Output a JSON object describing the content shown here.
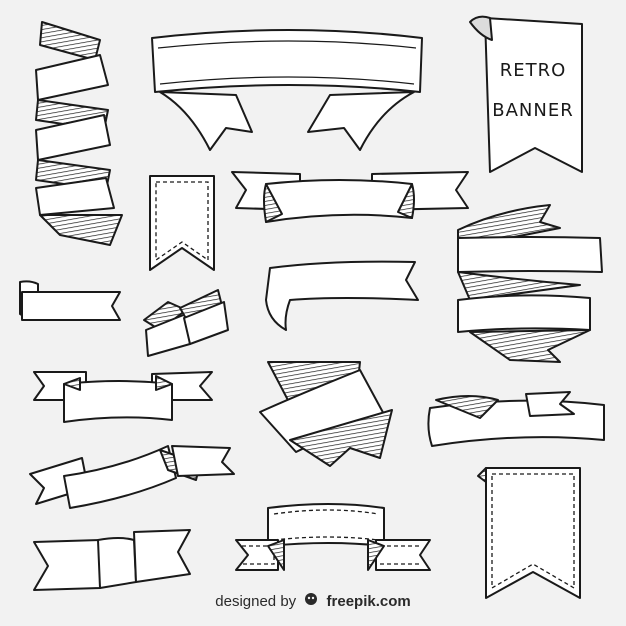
{
  "banner_text": {
    "line1": "RETRO",
    "line2": "BANNER"
  },
  "credit": {
    "prefix": "designed by",
    "brand": "freepik.com",
    "logo_icon": "freepik-logo-icon"
  },
  "colors": {
    "background": "#f2f2f2",
    "ink": "#1a1a1a",
    "paper": "#ffffff"
  }
}
